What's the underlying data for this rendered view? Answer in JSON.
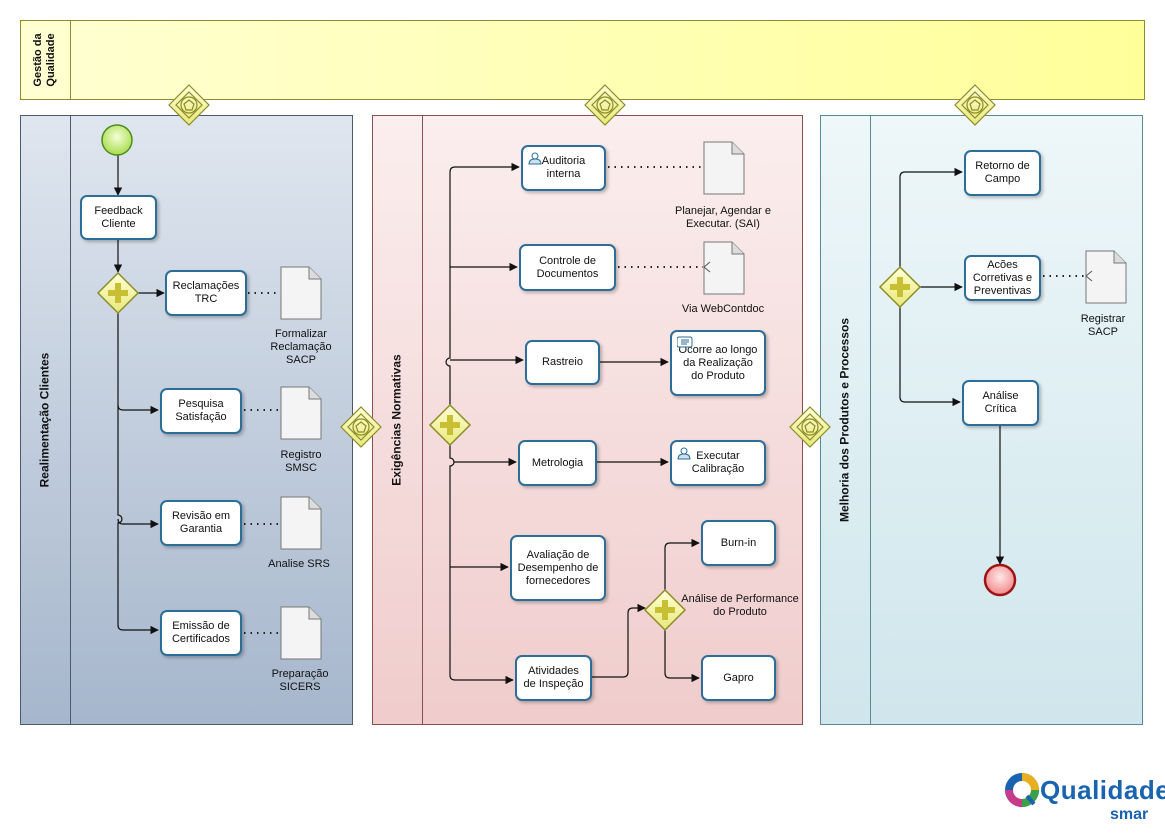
{
  "lanes": {
    "top": "Gestão da Qualidade",
    "left": "Realimentação Clientes",
    "middle": "Exigências Normativas",
    "right": "Melhoria dos Produtos e Processos"
  },
  "tasks": {
    "feedback": "Feedback Cliente",
    "reclamacoes": "Reclamações TRC",
    "pesquisa": "Pesquisa Satisfação",
    "revisao": "Revisão em Garantia",
    "emissao": "Emissão de Certificados",
    "auditoria": "Auditoria interna",
    "controle": "Controle de Documentos",
    "rastreio": "Rastreio",
    "ocorre": "Ocorre ao longo da Realização do Produto",
    "metrologia": "Metrologia",
    "executar": "Executar Calibração",
    "avaliacao": "Avaliação de Desempenho de fornecedores",
    "atividades": "Atividades de Inspeção",
    "burnin": "Burn-in",
    "gapro": "Gapro",
    "retorno": "Retorno de Campo",
    "acoes": "Acões Corretivas e Preventivas",
    "analise": "Análise Crítica"
  },
  "documents": {
    "formalizar": "Formalizar Reclamação SACP",
    "registro_smsc": "Registro SMSC",
    "analise_srs": "Analise SRS",
    "preparacao": "Preparação SICERS",
    "planejar": "Planejar, Agendar e Executar. (SAI)",
    "via": "Via WebContdoc",
    "registrar": "Registrar SACP"
  },
  "annotations": {
    "performance": "Análise de Performance do Produto"
  },
  "logo": {
    "main": "Qualidade",
    "sub": "smar"
  },
  "colors": {
    "top_lane": "#ffffc4",
    "left_lane": "#c3cedf",
    "middle_lane": "#f7dcdc",
    "right_lane": "#ddeef2",
    "task_border": "#2c6e98",
    "gateway": "#c8c832",
    "start_event": "#b4e65a",
    "end_event": "#dc5050"
  }
}
